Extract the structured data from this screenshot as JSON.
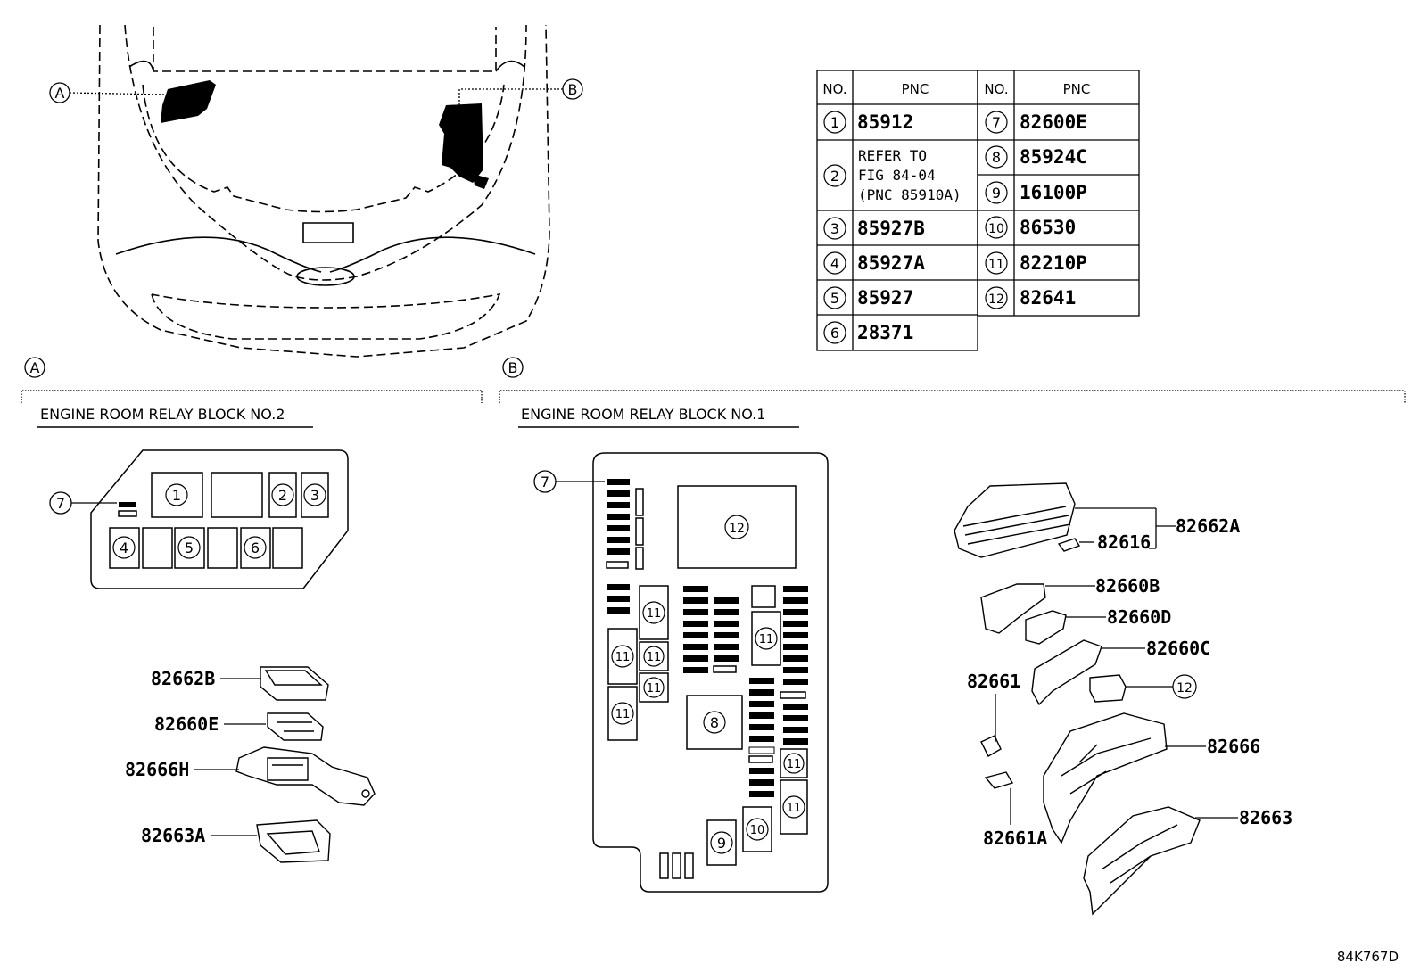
{
  "figure_code": "84K767D",
  "locator_a": "A",
  "locator_b": "B",
  "section_a": {
    "marker": "A",
    "title": "ENGINE ROOM RELAY BLOCK NO.2"
  },
  "section_b": {
    "marker": "B",
    "title": "ENGINE ROOM RELAY BLOCK NO.1"
  },
  "table": {
    "header": {
      "no": "NO.",
      "pnc": "PNC"
    },
    "left": [
      {
        "no": "1",
        "pnc": "85912"
      },
      {
        "no": "2",
        "lines": [
          "REFER TO",
          "FIG 84-04",
          "(PNC 85910A)"
        ]
      },
      {
        "no": "3",
        "pnc": "85927B"
      },
      {
        "no": "4",
        "pnc": "85927A"
      },
      {
        "no": "5",
        "pnc": "85927"
      },
      {
        "no": "6",
        "pnc": "28371"
      }
    ],
    "right": [
      {
        "no": "7",
        "pnc": "82600E"
      },
      {
        "no": "8",
        "pnc": "85924C"
      },
      {
        "no": "9",
        "pnc": "16100P"
      },
      {
        "no": "10",
        "pnc": "86530"
      },
      {
        "no": "11",
        "pnc": "82210P"
      },
      {
        "no": "12",
        "pnc": "82641"
      }
    ]
  },
  "block2": {
    "callout": "7",
    "slots": [
      "1",
      "2",
      "3",
      "4",
      "5",
      "6"
    ]
  },
  "block1": {
    "callout": "7",
    "slots": {
      "big": "12",
      "eleven": "11",
      "eight": "8",
      "nine": "9",
      "ten": "10"
    }
  },
  "parts_a": [
    "82662B",
    "82660E",
    "82666H",
    "82663A"
  ],
  "parts_b": {
    "p82662A": "82662A",
    "p82616": "82616",
    "p82660B": "82660B",
    "p82660D": "82660D",
    "p82660C": "82660C",
    "p12": "12",
    "p82661": "82661",
    "p82666": "82666",
    "p82661A": "82661A",
    "p82663": "82663"
  }
}
